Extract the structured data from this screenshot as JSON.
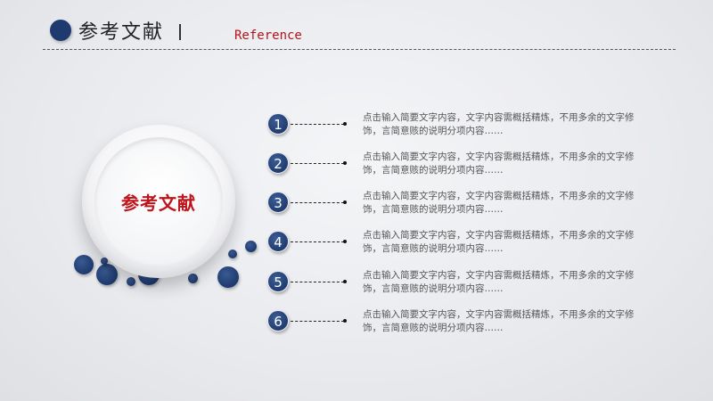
{
  "header": {
    "title": "参考文献",
    "subtitle": "Reference"
  },
  "center": {
    "label": "参考文献"
  },
  "items": [
    {
      "number": "1",
      "text": "点击输入简要文字内容，文字内容需概括精炼，不用多余的文字修饰，言简意赅的说明分项内容……"
    },
    {
      "number": "2",
      "text": "点击输入简要文字内容，文字内容需概括精炼，不用多余的文字修饰，言简意赅的说明分项内容……"
    },
    {
      "number": "3",
      "text": "点击输入简要文字内容，文字内容需概括精炼，不用多余的文字修饰，言简意赅的说明分项内容……"
    },
    {
      "number": "4",
      "text": "点击输入简要文字内容，文字内容需概括精炼，不用多余的文字修饰，言简意赅的说明分项内容……"
    },
    {
      "number": "5",
      "text": "点击输入简要文字内容，文字内容需概括精炼，不用多余的文字修饰，言简意赅的说明分项内容……"
    },
    {
      "number": "6",
      "text": "点击输入简要文字内容，文字内容需概括精炼，不用多余的文字修饰，言简意赅的说明分项内容……"
    }
  ],
  "colors": {
    "accent_blue": "#1e3a6e",
    "accent_red": "#c0141c"
  }
}
